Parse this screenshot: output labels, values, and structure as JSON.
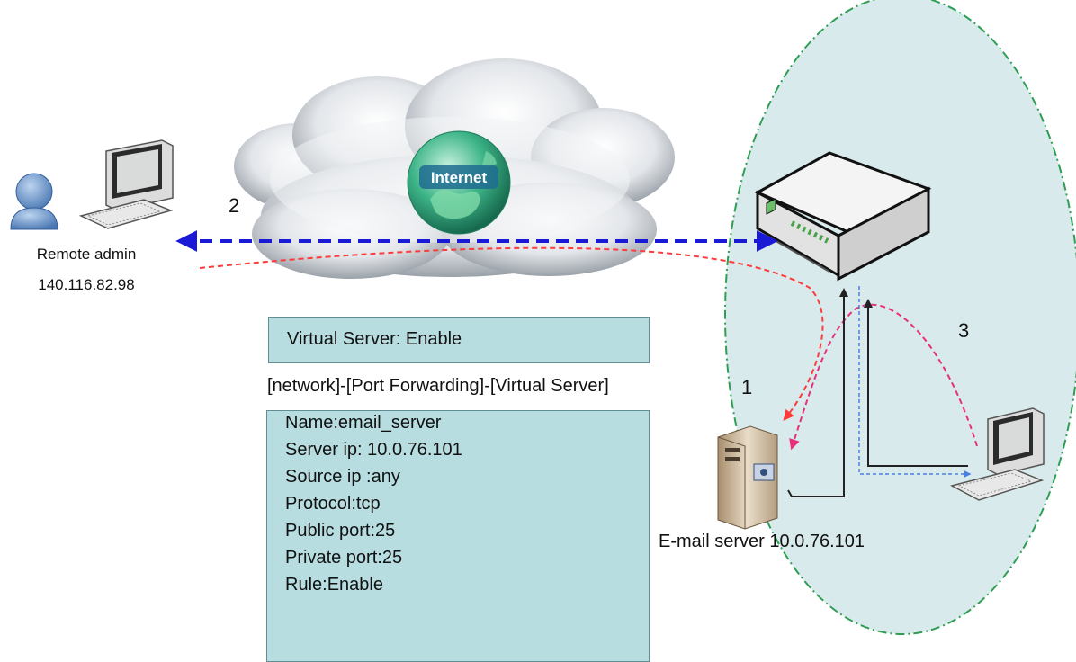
{
  "remote_admin": {
    "label": "Remote  admin",
    "ip": "140.116.82.98"
  },
  "internet": {
    "label": "Internet"
  },
  "steps": {
    "one": "1",
    "two": "2",
    "three": "3"
  },
  "virtual_server_status": "Virtual Server: Enable",
  "menu_path": "[network]-[Port Forwarding]-[Virtual Server]",
  "rule_config": [
    "Name:email_server",
    "Server ip: 10.0.76.101",
    "Source ip :any",
    "Protocol:tcp",
    "Public port:25",
    "Private port:25",
    "Rule:Enable"
  ],
  "email_server": {
    "label": "E-mail server 10.0.76.101"
  },
  "colors": {
    "lan_zone_fill": "#d9eaec",
    "lan_zone_border": "#2e9e55",
    "wan_arrow": "#1a1ad6",
    "request_arrow": "#ff3a3a",
    "response_arrow": "#e8307a",
    "lan_link": "#4a7fe0",
    "config_box_fill": "#b7dde1"
  }
}
